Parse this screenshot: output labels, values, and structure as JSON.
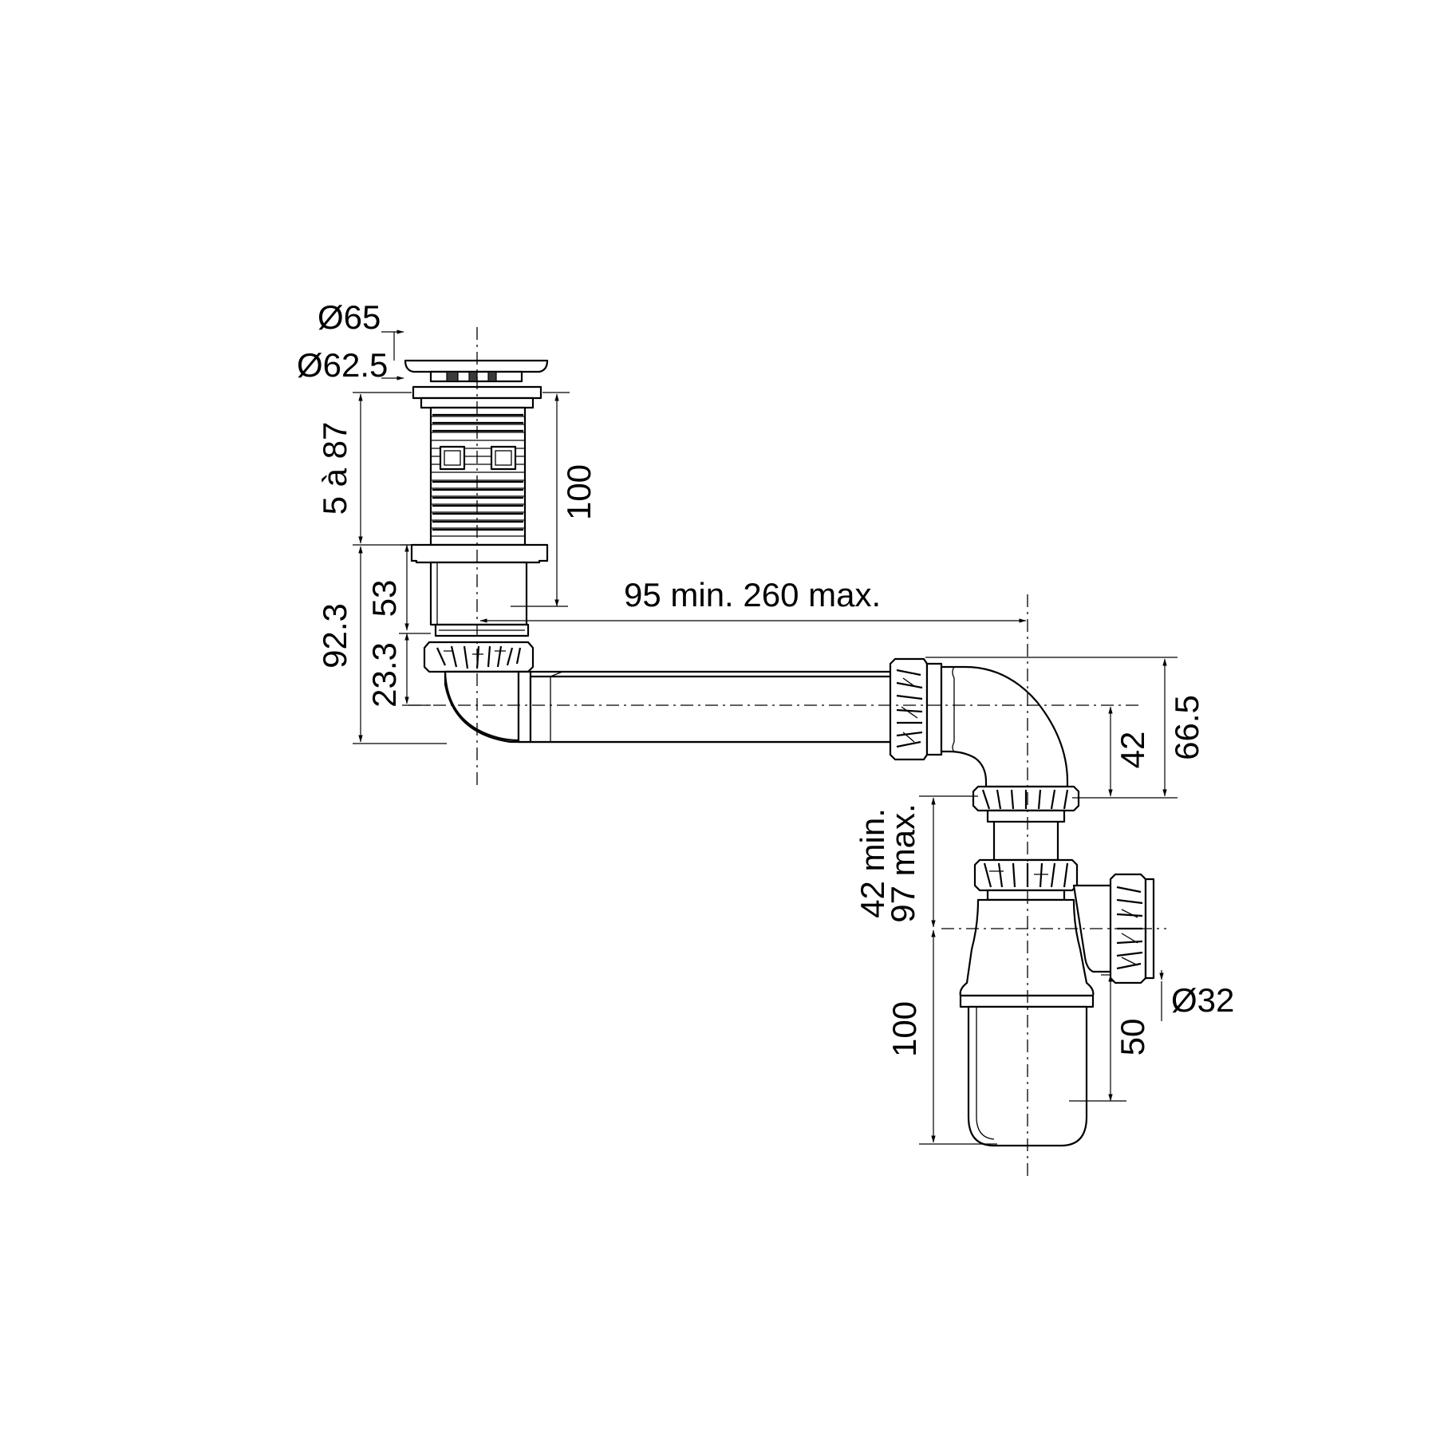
{
  "dimensions": {
    "d65": "Ø65",
    "d62_5": "Ø62.5",
    "clamp_range": "5 à 87",
    "waste_height": "100",
    "outlet_drop": "92.3",
    "tail_length": "53",
    "nut_height": "23.3",
    "horizontal_span": "95 min. 260 max.",
    "trap_inlet_height": "66.5",
    "elbow_offset": "42",
    "trap_adjust_min": "42 min.",
    "trap_adjust_max": "97 max.",
    "trap_body_height": "100",
    "outlet_height": "50",
    "outlet_diameter": "Ø32"
  }
}
